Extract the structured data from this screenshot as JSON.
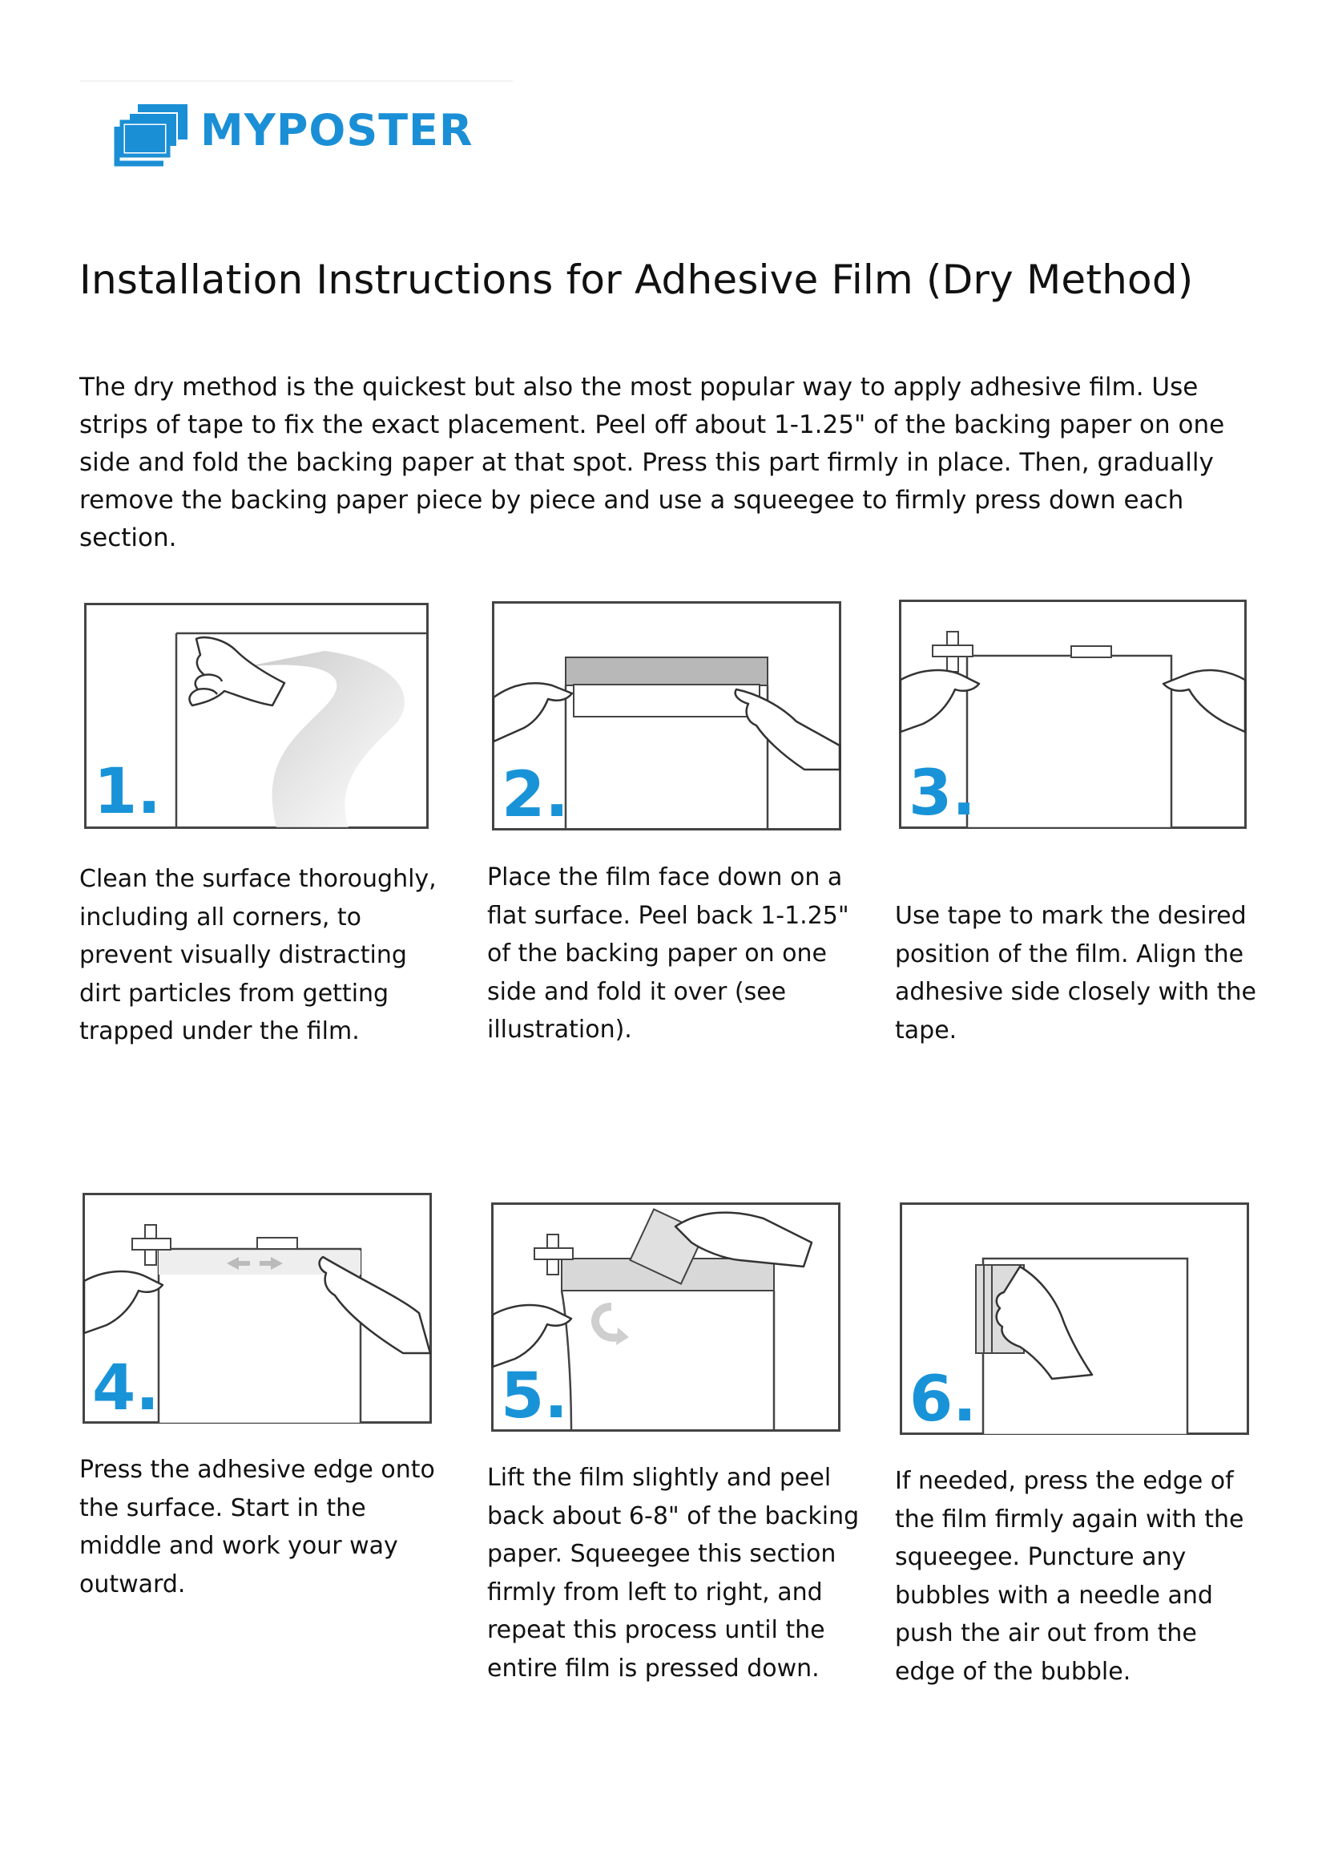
{
  "brand": {
    "name": "MYPOSTER",
    "color": "#1b8fd6"
  },
  "title": "Installation Instructions for Adhesive Film (Dry Method)",
  "intro": "The dry method is the quickest but also the most popular way to apply adhesive film. Use strips of tape to fix the exact placement. Peel off about 1-1.25\" of the backing paper on one side and fold the backing paper at that spot. Press this part firmly in place. Then, gradually remove the backing paper piece by piece and use a squeegee to firmly press down each section.",
  "steps": [
    {
      "number": "1.",
      "text": "Clean the surface thoroughly, including all corners, to prevent visually distracting dirt particles from getting trapped under the film."
    },
    {
      "number": "2.",
      "text": "Place the film face down on a flat surface. Peel back 1-1.25\" of the backing paper on one side and fold it over (see illustration)."
    },
    {
      "number": "3.",
      "text": "Use tape to mark the desired position of the film. Align the adhesive side closely with the tape."
    },
    {
      "number": "4.",
      "text": "Press the adhesive edge onto the surface. Start in the middle and work your way outward."
    },
    {
      "number": "5.",
      "text": "Lift the film slightly and peel back about 6-8\" of the backing paper. Squeegee this section firmly from left to right, and repeat this process until the entire film is pressed down."
    },
    {
      "number": "6.",
      "text": "If needed, press the edge of the film firmly again with the squeegee. Puncture any bubbles with a needle and push the air out from the edge of the bubble."
    }
  ],
  "icons": [
    "myposter-logo-icon",
    "hand-icon",
    "tape-icon",
    "squeegee-icon",
    "arrow-icon"
  ]
}
